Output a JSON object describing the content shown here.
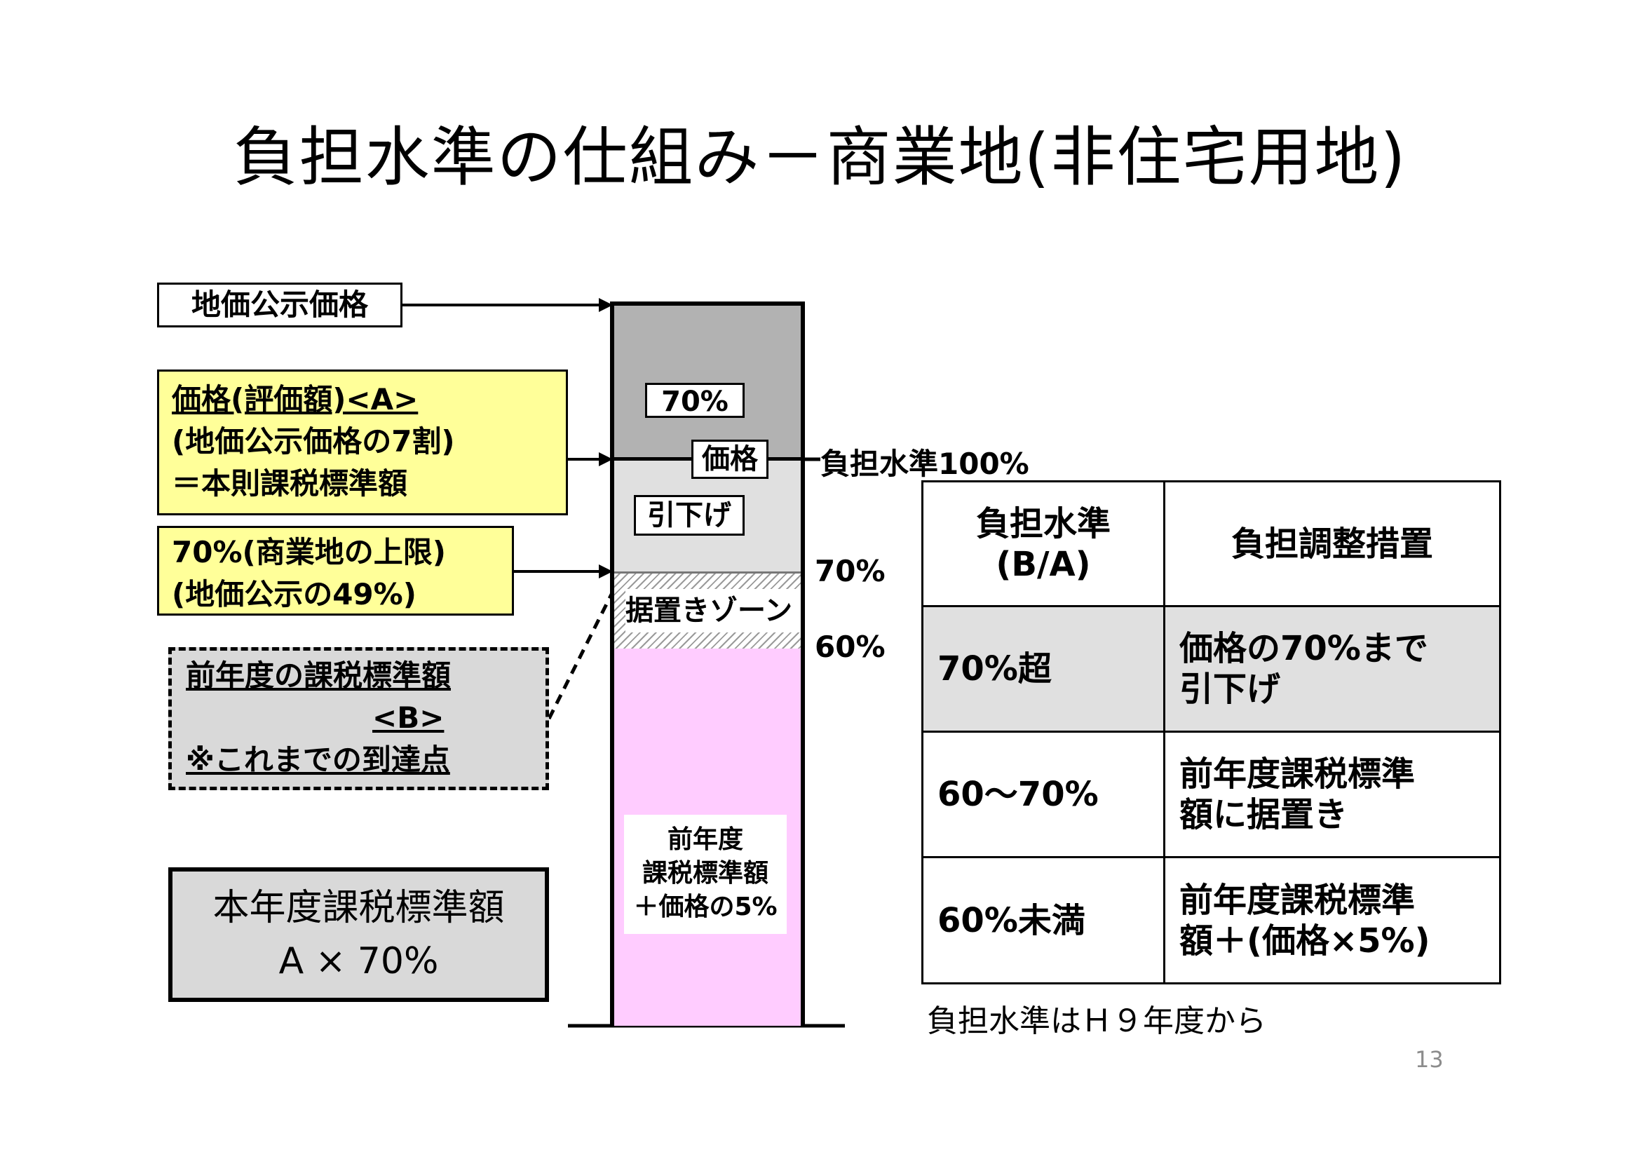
{
  "slide": {
    "title": "負担水準の仕組み－商業地(非住宅用地)",
    "page_number": "13"
  },
  "left_labels": {
    "land_price": "地価公示価格",
    "valuation_line1": "価格(評価額)<A>",
    "valuation_line2": "(地価公示価格の7割)",
    "valuation_line3": "＝本則課税標準額",
    "upper_limit_line1": "70%(商業地の上限)",
    "upper_limit_line2": "(地価公示の49%)",
    "prev_line1": "前年度の課税標準額",
    "prev_line2": "<B>",
    "prev_line3": "※これまでの到達点",
    "current_line1": "本年度課税標準額",
    "current_line2": "A × 70%"
  },
  "column": {
    "tag_70": "70%",
    "tag_price": "価格",
    "tag_reduce": "引下げ",
    "hold_zone": "据置きゾーン",
    "pink_line1": "前年度",
    "pink_line2": "課税標準額",
    "pink_line3": "＋価格の5%"
  },
  "levels": {
    "level_100": "負担水準100%",
    "level_70": "70%",
    "level_60": "60%"
  },
  "table": {
    "header_col1_line1": "負担水準",
    "header_col1_line2": "(B/A)",
    "header_col2": "負担調整措置",
    "rows": [
      {
        "level": "70%超",
        "measure_line1": "価格の70%まで",
        "measure_line2": "引下げ"
      },
      {
        "level": "60～70%",
        "measure_line1": "前年度課税標準",
        "measure_line2": "額に据置き"
      },
      {
        "level": "60%未満",
        "measure_line1": "前年度課税標準",
        "measure_line2": "額＋(価格×5%)"
      }
    ]
  },
  "footnote": "負担水準はＨ９年度から",
  "colors": {
    "yellow_box": "#ffff99",
    "gray_box": "#d9d9d9",
    "column_top": "#b2b2b2",
    "column_mid": "#e0e0e0",
    "column_bottom": "#ffccff"
  }
}
